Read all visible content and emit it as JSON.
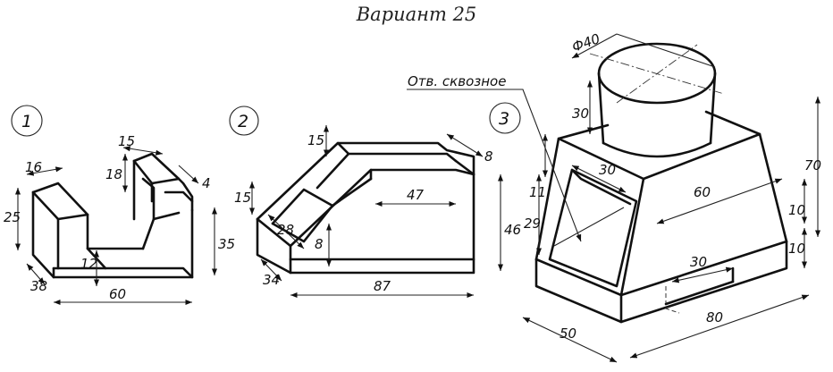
{
  "title": "Вариант 25",
  "figure1": {
    "number": "1",
    "dims": [
      "16",
      "25",
      "15",
      "18",
      "4",
      "35",
      "12",
      "38",
      "60"
    ]
  },
  "figure2": {
    "number": "2",
    "dims": [
      "15",
      "8",
      "15",
      "47",
      "46",
      "28",
      "8",
      "34",
      "87"
    ]
  },
  "figure3": {
    "number": "3",
    "note": "Отв. сквозное",
    "dims": [
      "Ф40",
      "30",
      "70",
      "11",
      "29",
      "30",
      "60",
      "10",
      "10",
      "30",
      "50",
      "80"
    ]
  }
}
